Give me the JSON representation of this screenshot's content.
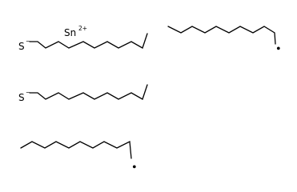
{
  "colors": {
    "background": "#ffffff",
    "ink": "#000000"
  },
  "molecule": {
    "tin": {
      "symbol": "Sn",
      "charge": "2+"
    },
    "thiolates": [
      {
        "symbol": "S",
        "charge": "−"
      },
      {
        "symbol": "S",
        "charge": "−"
      }
    ],
    "radicals": [
      {
        "mark": "•"
      },
      {
        "mark": "•"
      }
    ]
  }
}
